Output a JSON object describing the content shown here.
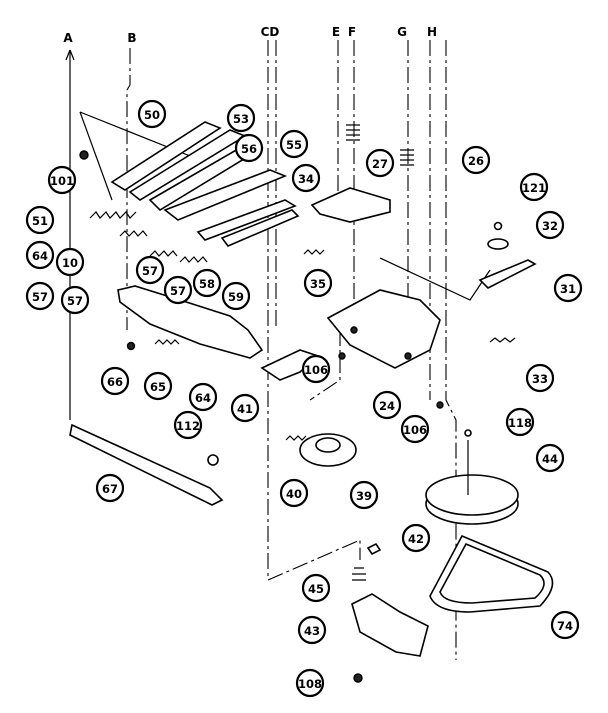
{
  "columns": [
    "A",
    "B",
    "CD",
    "E",
    "F",
    "G",
    "H"
  ],
  "parts": [
    "101",
    "50",
    "53",
    "56",
    "55",
    "51",
    "64",
    "10",
    "57",
    "57",
    "58",
    "57",
    "59",
    "57",
    "66",
    "65",
    "64",
    "112",
    "67",
    "34",
    "27",
    "26",
    "35",
    "106",
    "41",
    "24",
    "106",
    "39",
    "40",
    "121",
    "32",
    "31",
    "33",
    "118",
    "44",
    "42",
    "45",
    "43",
    "74",
    "108"
  ]
}
